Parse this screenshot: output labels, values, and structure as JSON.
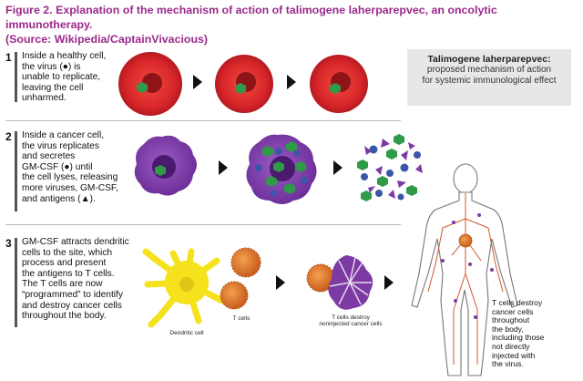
{
  "caption": {
    "line1": "Figure 2.  Explanation of the mechanism of action of talimogene laherparepvec, an oncolytic immunotherapy.",
    "line2": "(Source: Wikipedia/CaptainVivacious)"
  },
  "summary_box": {
    "title": "Talimogene laherparepvec:",
    "line1": "proposed mechanism of action",
    "line2": "for systemic immunological effect"
  },
  "steps": [
    {
      "number": "1",
      "lines": [
        "Inside a healthy cell,",
        "the virus (●) is",
        "unable to replicate,",
        "leaving the cell",
        "unharmed."
      ]
    },
    {
      "number": "2",
      "lines": [
        "Inside a cancer cell,",
        "the virus replicates",
        "and secretes",
        "GM-CSF (●) until",
        "the cell lyses, releasing",
        "more viruses, GM-CSF,",
        "and antigens (▲)."
      ]
    },
    {
      "number": "3",
      "lines": [
        "GM-CSF attracts dendritic",
        "cells to the site, which",
        "process and present",
        "the antigens to T cells.",
        "The T cells are now",
        "“programmed” to identify",
        "and destroy cancer cells",
        "throughout the body."
      ]
    }
  ],
  "labels": {
    "dendritic_cell": "Dendritic cell",
    "t_cells": "T cells",
    "t_destroy_1": "T cells destroy",
    "t_destroy_2": "noninjected cancer cells"
  },
  "body_text": [
    "T cells destroy",
    "cancer cells",
    "throughout",
    "the body,",
    "including those",
    "not directly",
    "injected with",
    "the virus."
  ],
  "colors": {
    "caption": "#9b2a8a",
    "healthy_cell": "#d8262a",
    "nucleus": "#8e1418",
    "cancer_cell": "#7d3aa4",
    "virus": "#2f9a48",
    "gmcsf": "#3b56a8",
    "dendritic": "#f5e21d",
    "t_cell": "#e0782a",
    "body_vessel": "#d15a2a"
  }
}
